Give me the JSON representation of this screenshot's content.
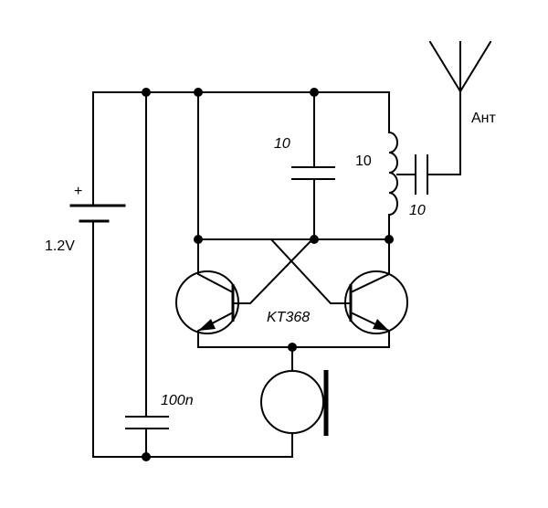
{
  "labels": {
    "battery_plus": "+",
    "battery_voltage": "1.2V",
    "cap_top": "10",
    "inductor": "10",
    "cap_coupling": "10",
    "antenna": "Ант",
    "transistor_model": "KT368",
    "cap_bottom": "100n"
  },
  "colors": {
    "ink": "#000000",
    "background": "#ffffff"
  }
}
